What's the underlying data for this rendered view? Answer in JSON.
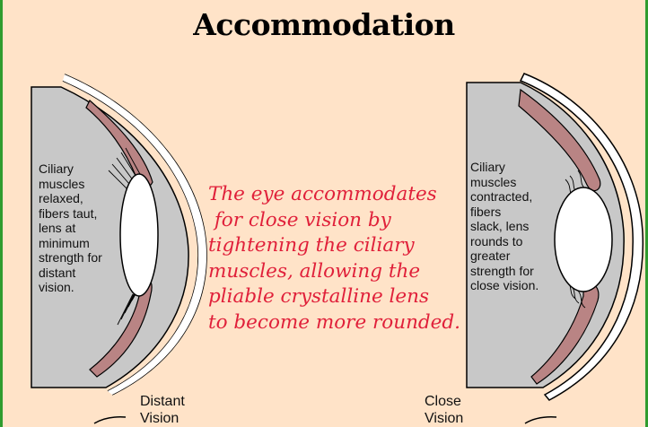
{
  "title": "Accommodation",
  "left_eye": {
    "label_lines": [
      "Ciliary",
      "muscles",
      "relaxed,",
      "fibers taut,",
      "lens at",
      "minimum",
      "strength for",
      "distant",
      "vision."
    ],
    "caption_lines": [
      "Distant",
      "Vision"
    ]
  },
  "right_eye": {
    "label_lines": [
      "Ciliary",
      "muscles",
      "contracted,",
      "fibers",
      "slack, lens",
      "rounds to",
      "greater",
      "strength for",
      "close vision."
    ],
    "caption_lines": [
      "Close",
      "Vision"
    ]
  },
  "statement_lines": [
    "The eye accommodates",
    " for close vision by",
    "tightening the ciliary",
    "muscles, allowing the",
    "pliable crystalline lens",
    "to become more rounded."
  ],
  "colors": {
    "background": "#ffe3c8",
    "frame": "#2f9c2f",
    "eye_interior": "#c8c8c8",
    "ciliary_muscle": "#b98484",
    "statement_text": "#e0203a"
  }
}
